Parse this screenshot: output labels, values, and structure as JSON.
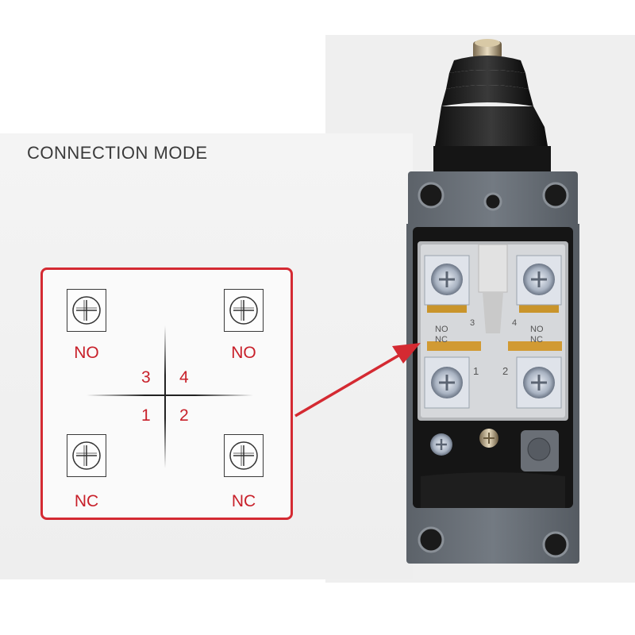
{
  "heading": "CONNECTION MODE",
  "diagram": {
    "terminals": {
      "top_left": "NO",
      "top_right": "NO",
      "bottom_left": "NC",
      "bottom_right": "NC"
    },
    "numbers": {
      "n3": "3",
      "n4": "4",
      "n1": "1",
      "n2": "2"
    }
  },
  "switch_labels": {
    "no_left": "NO",
    "nc_left": "NC",
    "no_right": "NO",
    "nc_right": "NC",
    "n3": "3",
    "n4": "4",
    "n1": "1",
    "n2": "2"
  },
  "colors": {
    "accent": "#d42a32",
    "label_red": "#c8202a"
  }
}
